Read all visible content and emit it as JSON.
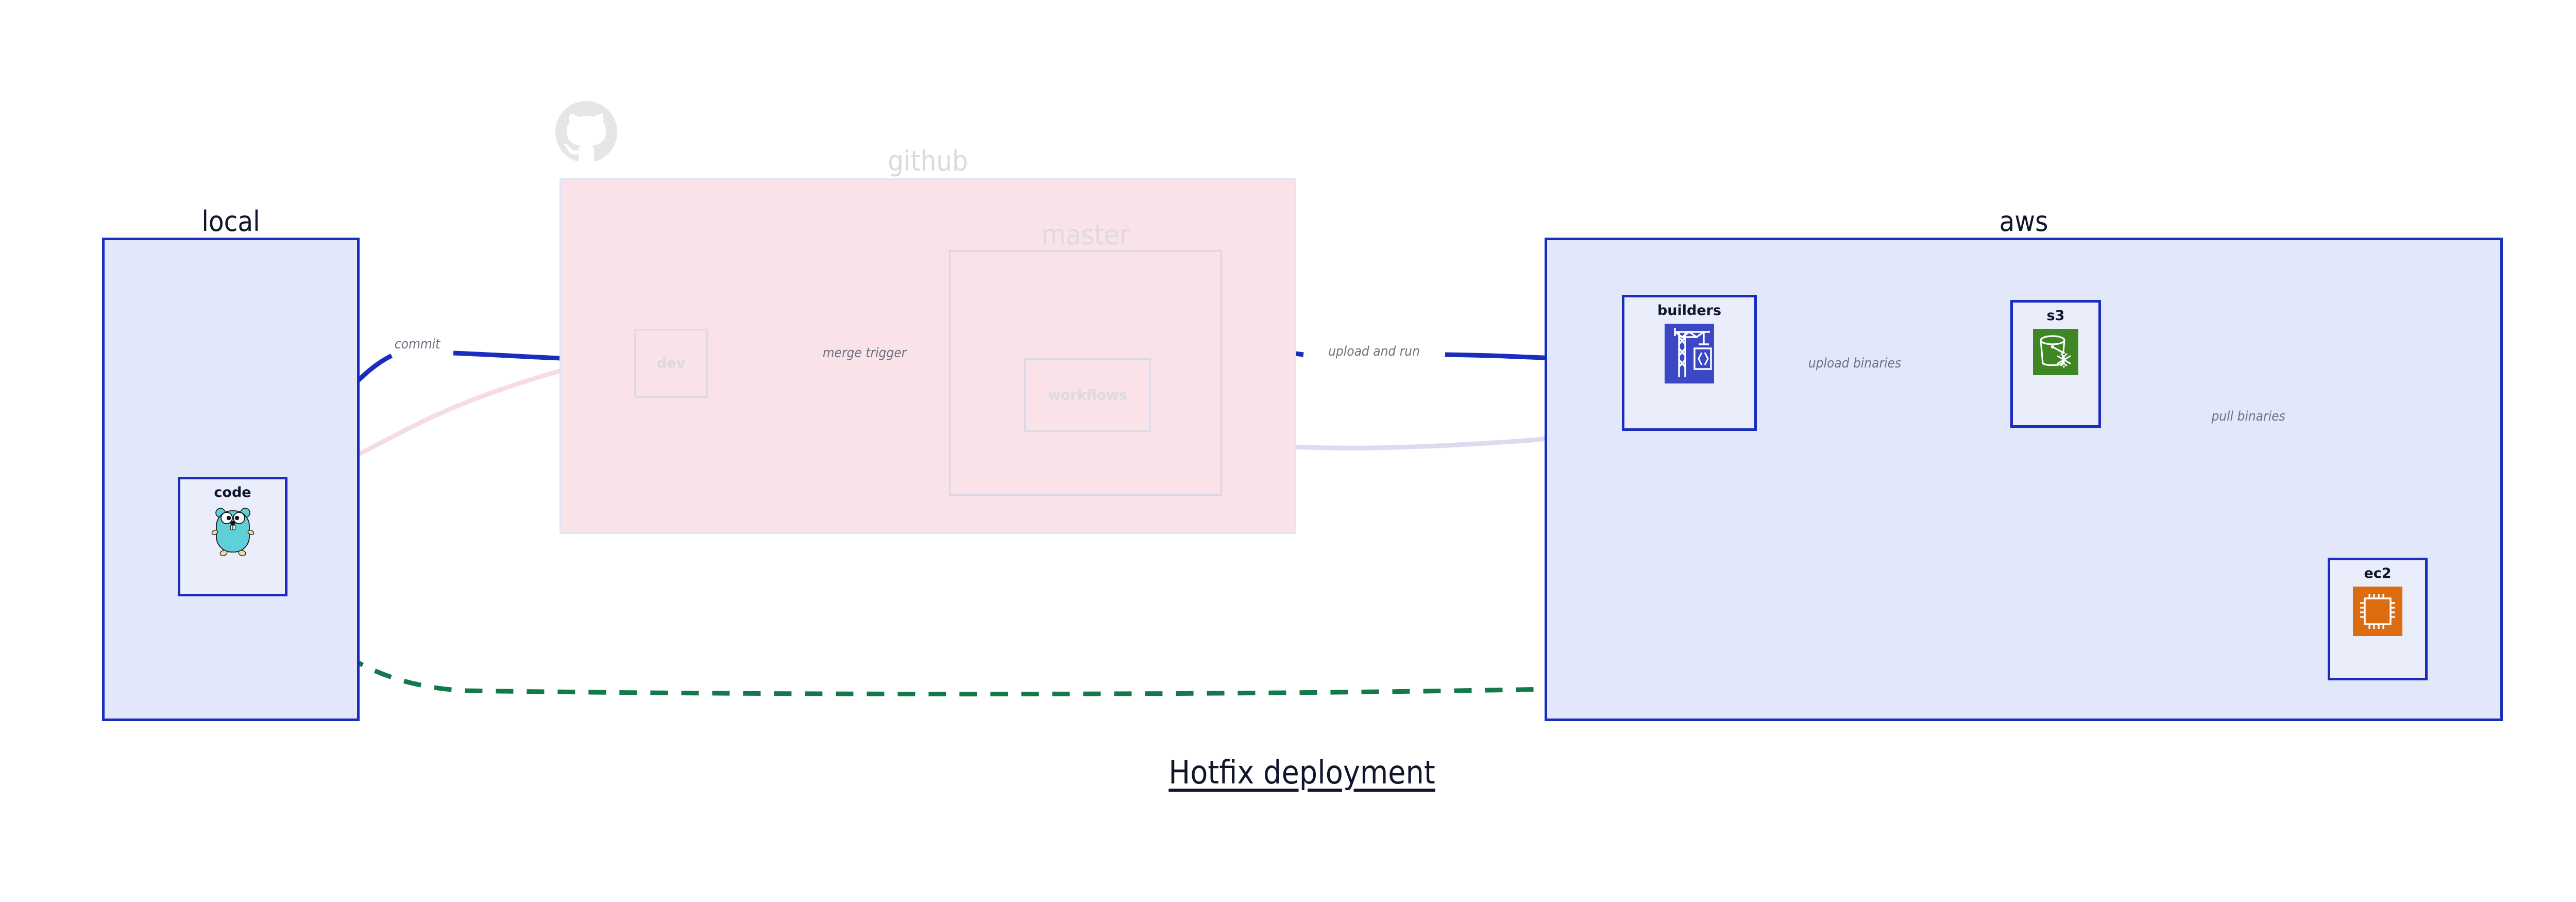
{
  "diagram": {
    "title": "Hotfix deployment",
    "background": "#ffffff",
    "colors": {
      "accent_blue": "#1a2dbf",
      "cluster_blue_fill": "#e2e7fa",
      "node_blue_fill": "#eaeefb",
      "github_pink_fill": "#f9e3e8",
      "faded_border": "#ddd9ea",
      "faded_text": "#dcd9e0",
      "edge_label_gray": "#6b7280",
      "dashed_green": "#13794a",
      "s3_green": "#3f8624",
      "ec2_orange": "#dd6b10",
      "builders_indigo": "#3b47c4",
      "gopher_teal": "#5fcfd8"
    }
  },
  "clusters": [
    {
      "id": "local",
      "label": "local",
      "style": "solid"
    },
    {
      "id": "github",
      "label": "github",
      "style": "faded"
    },
    {
      "id": "master",
      "label": "master",
      "style": "faded"
    },
    {
      "id": "aws",
      "label": "aws",
      "style": "solid"
    }
  ],
  "nodes": [
    {
      "id": "code",
      "label": "code",
      "icon": "go-gopher-icon",
      "state": "active"
    },
    {
      "id": "dev",
      "label": "dev",
      "icon": "none",
      "state": "faded"
    },
    {
      "id": "workflows",
      "label": "workflows",
      "icon": "none",
      "state": "faded"
    },
    {
      "id": "builders",
      "label": "builders",
      "icon": "aws-builders-icon",
      "state": "active"
    },
    {
      "id": "s3",
      "label": "s3",
      "icon": "aws-s3-bucket-icon",
      "state": "active"
    },
    {
      "id": "ec2",
      "label": "ec2",
      "icon": "aws-ec2-chip-icon",
      "state": "active"
    }
  ],
  "edges": [
    {
      "id": "commit",
      "from": "code",
      "to": "dev",
      "label": "commit",
      "style": "solid-blue"
    },
    {
      "id": "merge-trigger",
      "from": "dev",
      "to": "workflows",
      "label": "merge trigger",
      "style": "solid-blue"
    },
    {
      "id": "upload-and-run",
      "from": "workflows",
      "to": "builders",
      "label": "upload and run",
      "style": "solid-blue"
    },
    {
      "id": "upload-binaries",
      "from": "builders",
      "to": "s3",
      "label": "upload binaries",
      "style": "solid-blue"
    },
    {
      "id": "pull-binaries",
      "from": "s3",
      "to": "ec2",
      "label": "pull binaries",
      "style": "solid-blue"
    },
    {
      "id": "hotfix-direct",
      "from": "code",
      "to": "ec2",
      "label": "",
      "style": "dashed-green"
    },
    {
      "id": "faded-code-dev",
      "from": "code",
      "to": "dev",
      "label": "",
      "style": "faded-pink"
    },
    {
      "id": "faded-dev-wf",
      "from": "dev",
      "to": "workflows",
      "label": "",
      "style": "faded-lavender"
    },
    {
      "id": "faded-wf-build",
      "from": "workflows",
      "to": "builders",
      "label": "",
      "style": "faded-lavender"
    }
  ],
  "branding": {
    "github_logo": "github-octocat-icon"
  }
}
